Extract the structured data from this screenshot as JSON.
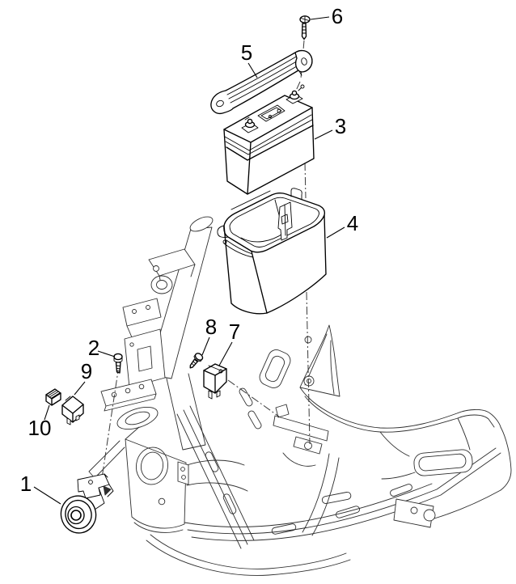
{
  "diagram": {
    "kind": "exploded-parts-diagram",
    "background_color": "#ffffff",
    "part_line_color": "#000000",
    "frame_line_color": "#2e2e2e",
    "centerline_color": "#3a3a3a"
  },
  "callouts": [
    {
      "number": "1"
    },
    {
      "number": "2"
    },
    {
      "number": "3"
    },
    {
      "number": "4"
    },
    {
      "number": "5"
    },
    {
      "number": "6"
    },
    {
      "number": "7"
    },
    {
      "number": "8"
    },
    {
      "number": "9"
    },
    {
      "number": "10"
    }
  ]
}
